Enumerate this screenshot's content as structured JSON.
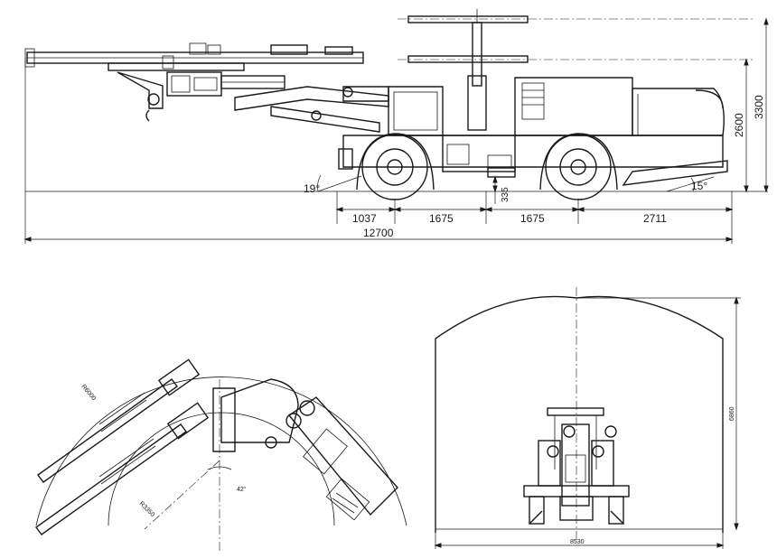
{
  "side_view": {
    "dim_wheel_front": "1037",
    "dim_wheelbase_1": "1675",
    "dim_wheelbase_2": "1675",
    "dim_rear": "2711",
    "dim_total_length": "12700",
    "dim_height_low": "2600",
    "dim_height_high": "3300",
    "dim_clearance": "335",
    "angle_front": "19°",
    "angle_rear": "15°"
  },
  "plan_view": {
    "radius_outer": "R6000",
    "radius_inner": "R3350",
    "angle": "42°"
  },
  "front_view": {
    "tunnel_width": "8530",
    "tunnel_height": "6860"
  }
}
